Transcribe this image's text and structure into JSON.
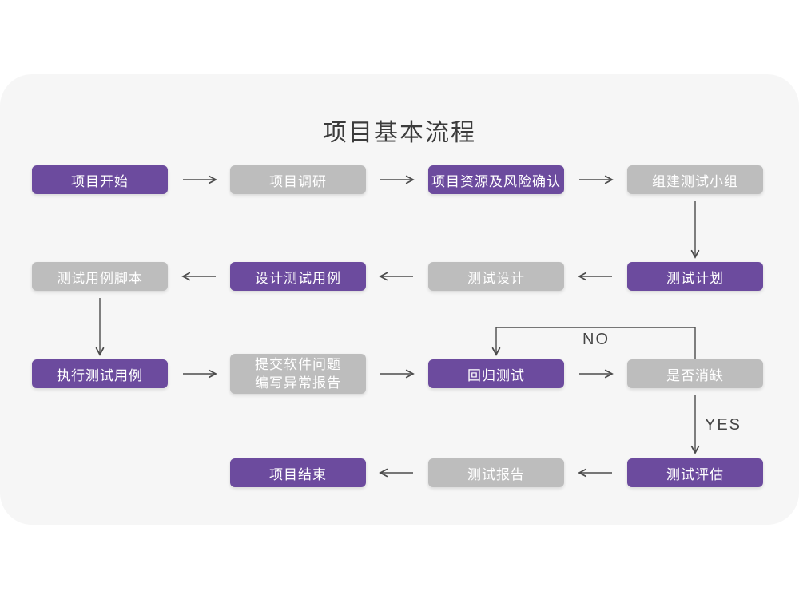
{
  "title": "项目基本流程",
  "colors": {
    "accent_purple": "#6c4b9e",
    "node_gray": "#bdbdbd",
    "card_background": "#f6f6f6",
    "arrow": "#4c4c4c",
    "title_text": "#3b3b3b",
    "node_text": "#ffffff"
  },
  "flow": {
    "nodes": [
      {
        "label": "项目开始",
        "variant": "purple"
      },
      {
        "label": "项目调研",
        "variant": "gray"
      },
      {
        "label": "项目资源及风险确认",
        "variant": "purple"
      },
      {
        "label": "组建测试小组",
        "variant": "gray"
      },
      {
        "label": "测试计划",
        "variant": "purple"
      },
      {
        "label": "测试设计",
        "variant": "gray"
      },
      {
        "label": "设计测试用例",
        "variant": "purple"
      },
      {
        "label": "测试用例脚本",
        "variant": "gray"
      },
      {
        "label": "执行测试用例",
        "variant": "purple"
      },
      {
        "label": "提交软件问题\n编写异常报告",
        "variant": "gray"
      },
      {
        "label": "回归测试",
        "variant": "purple"
      },
      {
        "label": "是否消缺",
        "variant": "gray"
      },
      {
        "label": "测试评估",
        "variant": "purple"
      },
      {
        "label": "测试报告",
        "variant": "gray"
      },
      {
        "label": "项目结束",
        "variant": "purple"
      }
    ],
    "decision_labels": {
      "no": "NO",
      "yes": "YES"
    },
    "edges": [
      {
        "from": "项目开始",
        "to": "项目调研"
      },
      {
        "from": "项目调研",
        "to": "项目资源及风险确认"
      },
      {
        "from": "项目资源及风险确认",
        "to": "组建测试小组"
      },
      {
        "from": "组建测试小组",
        "to": "测试计划"
      },
      {
        "from": "测试计划",
        "to": "测试设计"
      },
      {
        "from": "测试设计",
        "to": "设计测试用例"
      },
      {
        "from": "设计测试用例",
        "to": "测试用例脚本"
      },
      {
        "from": "测试用例脚本",
        "to": "执行测试用例"
      },
      {
        "from": "执行测试用例",
        "to": "提交软件问题 编写异常报告"
      },
      {
        "from": "提交软件问题 编写异常报告",
        "to": "回归测试"
      },
      {
        "from": "回归测试",
        "to": "是否消缺"
      },
      {
        "from": "是否消缺",
        "to": "回归测试",
        "condition": "NO"
      },
      {
        "from": "是否消缺",
        "to": "测试评估",
        "condition": "YES"
      },
      {
        "from": "测试评估",
        "to": "测试报告"
      },
      {
        "from": "测试报告",
        "to": "项目结束"
      }
    ]
  }
}
